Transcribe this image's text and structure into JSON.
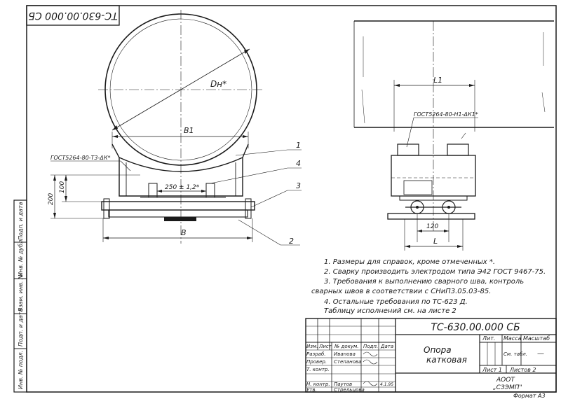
{
  "drawing": {
    "code_rotated": "ТС-630.00.000 СБ",
    "dim_dn": "Dн*",
    "dim_b1": "B1",
    "dim_b": "B",
    "dim_l1": "L1",
    "dim_l": "L",
    "dim_120": "120",
    "dim_200": "200",
    "dim_100": "100",
    "dim_250": "250 ± 1,2*",
    "weld_left": "ГОСТ5264-80-Т3-ΔК*",
    "weld_right": "ГОСТ5264-80-Н1-ΔК1*",
    "callout_1": "1",
    "callout_2": "2",
    "callout_3": "3",
    "callout_4": "4"
  },
  "notes": [
    "1. Размеры для справок, кроме отмеченных *.",
    "2. Сварку производить электродом типа Э42 ГОСТ 9467-75.",
    "3. Требования к выполнению сварного шва, контроль",
    "сварных швов в соответствии с СНиП3.05.03-85.",
    "4. Остальные требования по ТС-623 Д.",
    "Таблицу исполнений см. на листе 2"
  ],
  "side_stamp": [
    "Инв. № подл.",
    "Подп. и дата",
    "Взам. инв. №",
    "Инв. № дубл.",
    "Подп. и дата"
  ],
  "title_block": {
    "designation": "ТС-630.00.000 СБ",
    "name_line1": "Опора",
    "name_line2": "катковая",
    "col_headers": [
      "Изм.",
      "Лист",
      "№ докум.",
      "Подп.",
      "Дата"
    ],
    "rows": [
      {
        "role": "Разраб.",
        "name": "Иванова"
      },
      {
        "role": "Провер.",
        "name": "Степанова"
      },
      {
        "role": "Т. контр.",
        "name": ""
      },
      {
        "role": "Н. контр.",
        "name": "Паутов"
      },
      {
        "role": "Утв.",
        "name": "Стрельцова"
      }
    ],
    "date": "4.1.95",
    "lit_label": "Лит.",
    "mass_label": "Масса",
    "scale_label": "Масштаб",
    "mass_value": "См. табл.",
    "scale_value": "—",
    "sheet_label": "Лист 1",
    "sheets_label": "Листов 2",
    "org_line1": "АООТ",
    "org_line2": "„СЗЭМП\""
  },
  "format_label": "Формат А3"
}
